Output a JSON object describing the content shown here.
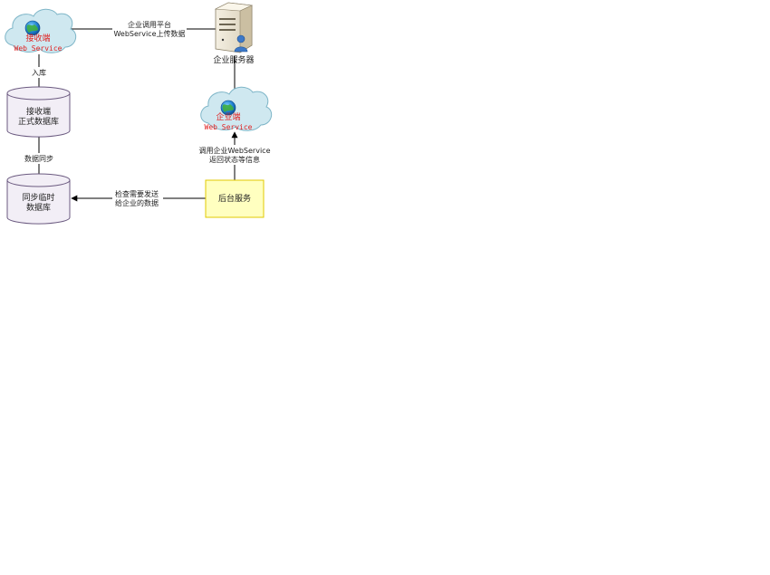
{
  "nodes": {
    "receiver_ws": {
      "title": "接收端",
      "subtitle": "Web Service"
    },
    "enterprise_server": {
      "label": "企业服务器"
    },
    "enterprise_ws": {
      "title": "企业端",
      "subtitle": "Web Service"
    },
    "formal_db": {
      "line1": "接收端",
      "line2": "正式数据库"
    },
    "temp_db": {
      "line1": "同步临时",
      "line2": "数据库"
    },
    "backend": {
      "label": "后台服务"
    }
  },
  "edges": {
    "upload": {
      "line1": "企业调用平台",
      "line2": "WebService上传数据"
    },
    "store": {
      "label": "入库"
    },
    "sync": {
      "label": "数据同步"
    },
    "invoke": {
      "line1": "调用企业WebService",
      "line2": "返回状态等信息"
    },
    "check": {
      "line1": "检查需要发送",
      "line2": "给企业的数据"
    }
  },
  "colors": {
    "cloud_fill": "#cfe8f0",
    "cylinder_fill": "#f2eef6",
    "backend_fill": "#ffffc0",
    "backend_border": "#e0c800",
    "accent_red": "#e02020"
  }
}
